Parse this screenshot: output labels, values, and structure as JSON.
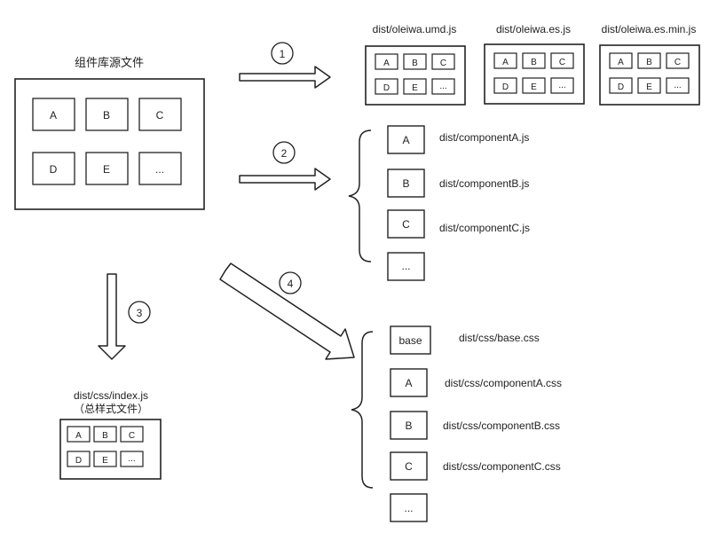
{
  "source": {
    "title": "组件库源文件",
    "modules": [
      "A",
      "B",
      "C",
      "D",
      "E",
      "..."
    ]
  },
  "steps": [
    "1",
    "2",
    "3",
    "4"
  ],
  "bundles": [
    {
      "label": "dist/oleiwa.umd.js",
      "modules": [
        "A",
        "B",
        "C",
        "D",
        "E",
        "..."
      ]
    },
    {
      "label": "dist/oleiwa.es.js",
      "modules": [
        "A",
        "B",
        "C",
        "D",
        "E",
        "..."
      ]
    },
    {
      "label": "dist/oleiwa.es.min.js",
      "modules": [
        "A",
        "B",
        "C",
        "D",
        "E",
        "..."
      ]
    }
  ],
  "component_outputs": [
    {
      "module": "A",
      "file": "dist/componentA.js"
    },
    {
      "module": "B",
      "file": "dist/componentB.js"
    },
    {
      "module": "C",
      "file": "dist/componentC.js"
    },
    {
      "module": "...",
      "file": ""
    }
  ],
  "style_bundle": {
    "label": "dist/css/index.js",
    "sublabel": "（总样式文件）",
    "modules": [
      "A",
      "B",
      "C",
      "D",
      "E",
      "..."
    ]
  },
  "css_outputs": [
    {
      "module": "base",
      "file": "dist/css/base.css"
    },
    {
      "module": "A",
      "file": "dist/css/componentA.css"
    },
    {
      "module": "B",
      "file": "dist/css/componentB.css"
    },
    {
      "module": "C",
      "file": "dist/css/componentC.css"
    },
    {
      "module": "...",
      "file": ""
    }
  ]
}
